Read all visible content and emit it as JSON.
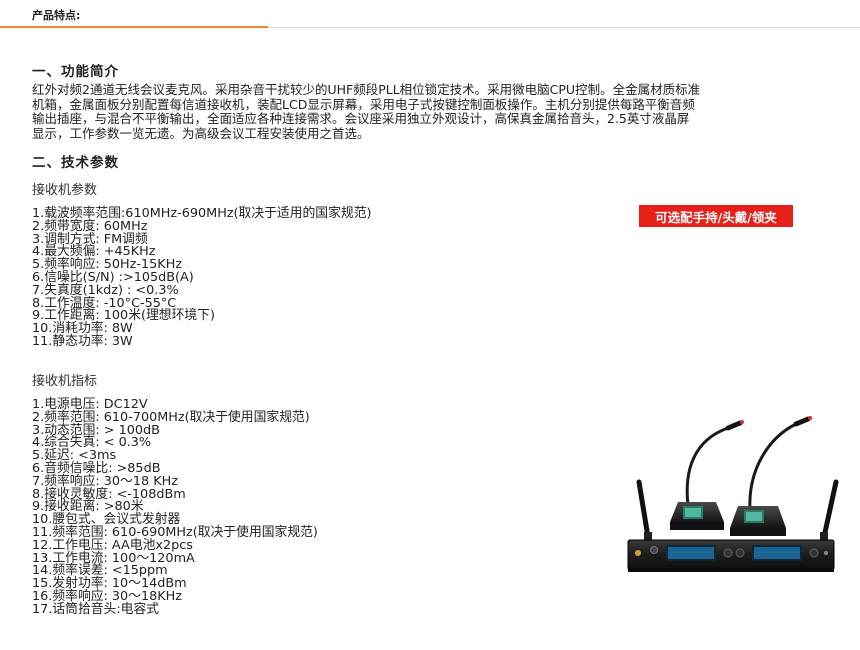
{
  "header": {
    "title": "产品特点:"
  },
  "accent_color": "#e8873a",
  "section1": {
    "heading": "一、功能简介",
    "lines": [
      "红外对频2通道无线会议麦克风。采用杂音干扰较少的UHF频段PLL相位锁定技术。采用微电脑CPU控制。全金属材质标准",
      "机箱，金属面板分别配置每信道接收机，装配LCD显示屏幕，采用电子式按键控制面板操作。主机分别提供每路平衡音频",
      "输出插座，与混合不平衡输出，全面适应各种连接需求。会议座采用独立外观设计，高保真金属拾音头，2.5英寸液晶屏",
      "显示，工作参数一览无遗。为高级会议工程安装使用之首选。"
    ]
  },
  "section2": {
    "heading": "二、技术参数"
  },
  "receiver_params": {
    "heading": "接收机参数",
    "items": [
      "1.载波频率范围:610MHz-690MHz(取决于适用的国家规范)",
      "2.频带宽度: 60MHz",
      "3.调制方式: FM调频",
      "4.最大频偏: +45KHz",
      "5.频率响应: 50Hz-15KHz",
      "6.信噪比(S/N) :>105dB(A)",
      "7.失真度(1kdz) : <0.3%",
      "8.工作温度: -10°C-55°C",
      "9.工作距离: 100米(理想环境下)",
      "10.消耗功率: 8W",
      "11.静态功率: 3W"
    ]
  },
  "receiver_specs": {
    "heading": "接收机指标",
    "items": [
      "1.电源电压: DC12V",
      "2.频率范围: 610-700MHz(取决于使用国家规范)",
      "3.动态范围: > 100dB",
      "4.综合失真: < 0.3%",
      "5.延迟:    <3ms",
      "6.音频信噪比: >85dB",
      "7.频率响应: 30～18 KHz",
      "8.接收灵敏度: <-108dBm",
      "9.接收距离: >80米",
      "10.腰包式、会议式发射器",
      "11.频率范围: 610-690MHz(取决于使用国家规范)",
      "12.工作电压: AA电池x2pcs",
      "13.工作电流: 100～120mA",
      "14.频率误差: <15ppm",
      "15.发射功率: 10～14dBm",
      "16.频率响应: 30～18KHz",
      "17.话筒拾音头:电容式"
    ]
  },
  "badge": {
    "label": "可选配手持/头戴/领夹",
    "color": "#e7211a"
  }
}
